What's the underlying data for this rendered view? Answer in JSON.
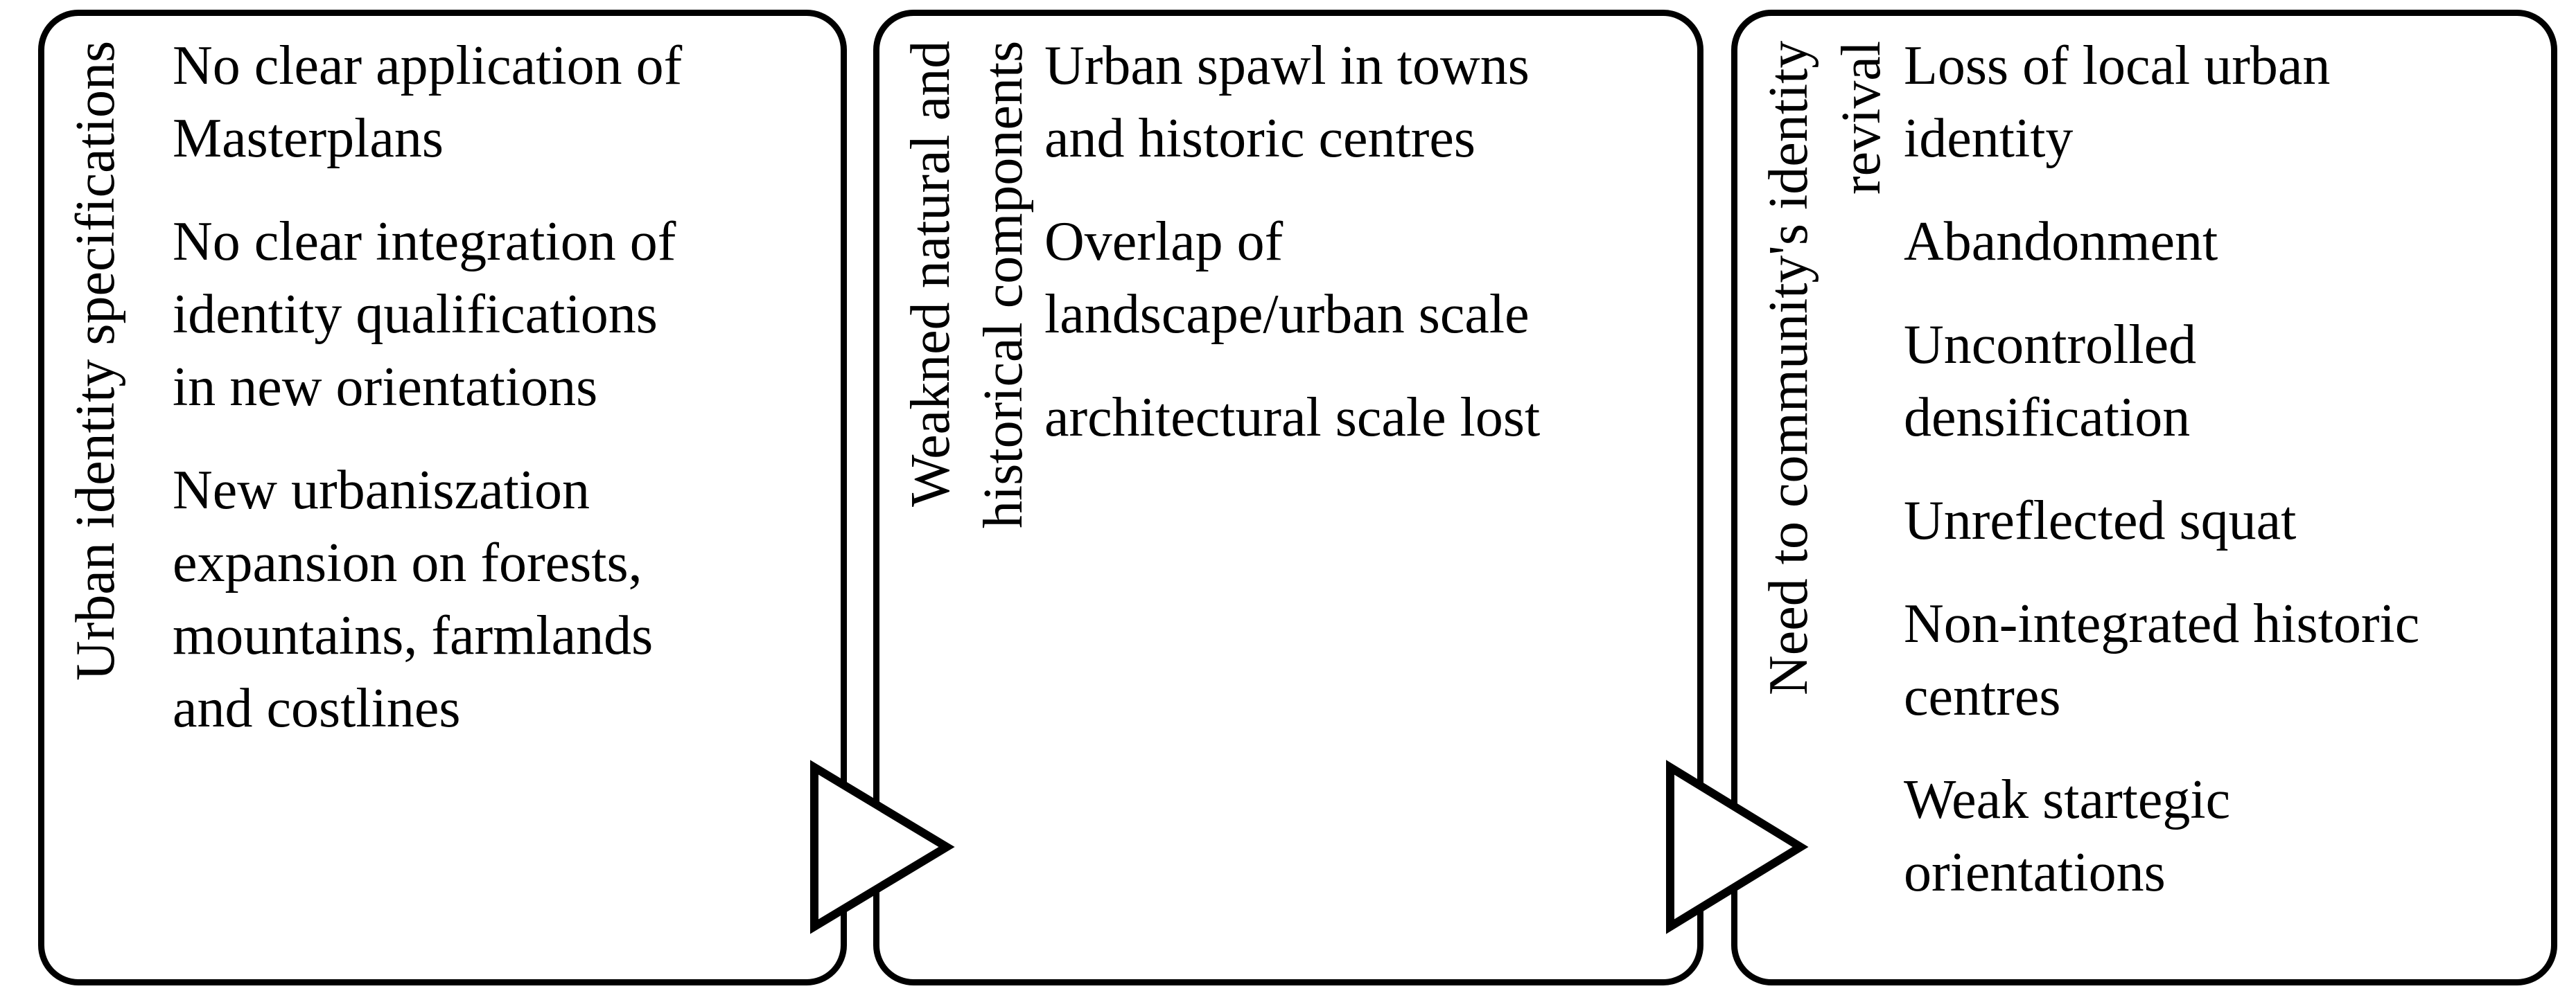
{
  "figure": {
    "description": "Three-stage urban identity problem flow diagram",
    "colors": {
      "background": "#ffffff",
      "border": "#000000",
      "text": "#000000",
      "arrow_fill": "#ffffff",
      "arrow_stroke": "#000000"
    },
    "boxes": [
      {
        "label": "Urban identity specifications",
        "items": [
          "No clear application of\nMasterplans",
          "No clear integration of\nidentity qualifications\nin new orientations",
          "New urbaniszation\nexpansion on forests,\nmountains, farmlands\nand costlines"
        ]
      },
      {
        "label": "Weakned natural and\nhistorical components",
        "items": [
          "Urban spawl in towns\nand historic centres",
          "Overlap of\nlandscape/urban scale",
          "architectural scale lost"
        ]
      },
      {
        "label": "Need to community's identity\nrevival",
        "items": [
          "Loss of local urban\nidentity",
          "Abandonment",
          "Uncontrolled\ndensification",
          "Unreflected squat",
          "Non-integrated historic\ncentres",
          "Weak startegic\norientations"
        ]
      }
    ],
    "arrows": [
      {
        "name": "arrow-box1-to-box2"
      },
      {
        "name": "arrow-box2-to-box3"
      }
    ]
  }
}
